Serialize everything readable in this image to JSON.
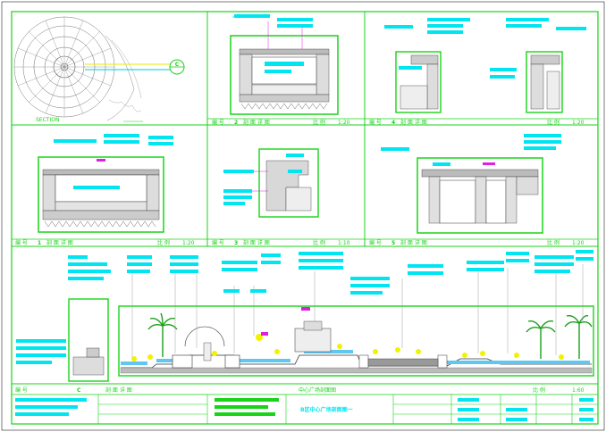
{
  "panels": {
    "p1": {
      "label": "SECTION"
    },
    "p2": {
      "no_text": "编 号",
      "num": "2",
      "name": "剖 面 详 图",
      "scale_label": "比 例",
      "scale": "1:20"
    },
    "p3": {
      "no_text": "编 号",
      "num": "4",
      "name": "剖 面 详 图",
      "scale_label": "比 例",
      "scale": "1:20"
    },
    "p4": {
      "no_text": "编 号",
      "num": "1",
      "name": "剖 面 详 图",
      "scale_label": "比 例",
      "scale": "1:20"
    },
    "p5": {
      "no_text": "编 号",
      "num": "3",
      "name": "剖 面 详 图",
      "scale_label": "比 例",
      "scale": "1:10"
    },
    "p6": {
      "no_text": "编 号",
      "num": "5",
      "name": "剖 面 详 图",
      "scale_label": "比 例",
      "scale": "1:20"
    },
    "main": {
      "no_text": "编 号",
      "num": "C",
      "name": "剖 面 详 图",
      "title": "中心广场剖面图",
      "scale_label": "比 例",
      "scale": "1:60"
    }
  },
  "section_marker": "C",
  "titleblock": {
    "drawing_title": "B区中心广场剖面图一"
  },
  "colors": {
    "frame": "#18d418",
    "annotation": "#00e5f0",
    "hatch": "#9a9a9a",
    "highlight": "#ffff00"
  }
}
